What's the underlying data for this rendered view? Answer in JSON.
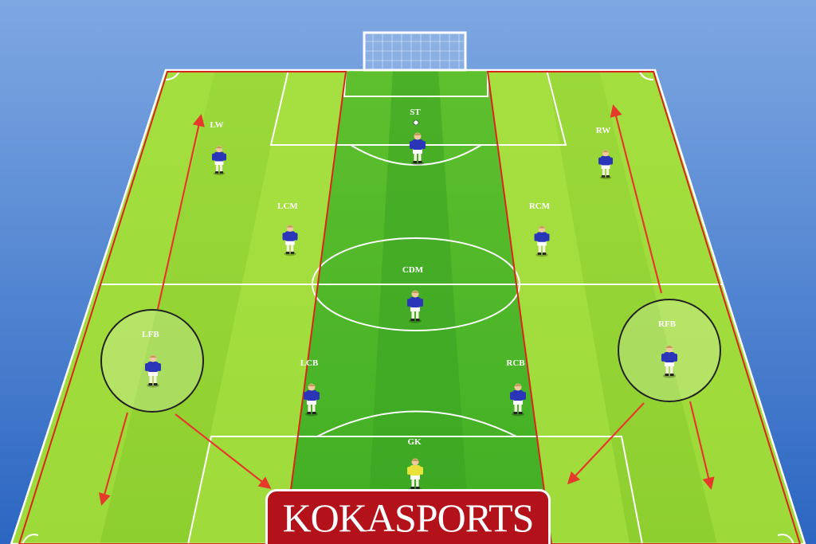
{
  "brand": {
    "name": "KOKASPORTS",
    "color": "#b3121a"
  },
  "colors": {
    "sky_top": "#7aa3df",
    "sky_bottom": "#2f6cc6",
    "grass_light": "#a3e03c",
    "grass_mid": "#8ed233",
    "grass_dark_center": "#4fb82a",
    "arrow": "#e53a2b",
    "player_shirt": "#2b35b8",
    "goalkeeper_shirt": "#e8e23a"
  },
  "positions": [
    {
      "id": "st",
      "label": "ST"
    },
    {
      "id": "lw",
      "label": "LW"
    },
    {
      "id": "rw",
      "label": "RW"
    },
    {
      "id": "lcm",
      "label": "LCM"
    },
    {
      "id": "rcm",
      "label": "RCM"
    },
    {
      "id": "cdm",
      "label": "CDM"
    },
    {
      "id": "lfb",
      "label": "LFB"
    },
    {
      "id": "rfb",
      "label": "RFB"
    },
    {
      "id": "lcb",
      "label": "LCB"
    },
    {
      "id": "rcb",
      "label": "RCB"
    },
    {
      "id": "gk",
      "label": "GK"
    }
  ]
}
